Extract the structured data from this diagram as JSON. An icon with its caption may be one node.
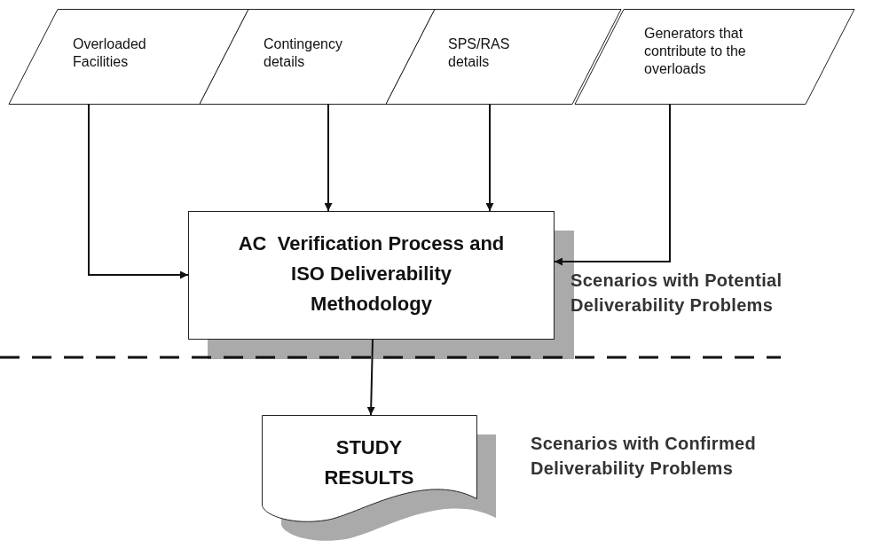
{
  "diagram": {
    "nodes": [
      {
        "text": [
          "Overloaded Facilities"
        ]
      },
      {
        "text": [
          "Contingency details"
        ]
      },
      {
        "text": [
          "SPS/RAS details"
        ]
      },
      {
        "text": [
          "Generators that contribute to the overloads"
        ]
      },
      {
        "text": [
          "AC  Verification Process and ISO Deliverability Methodology"
        ]
      },
      {
        "text": [
          "STUDY RESULTS"
        ]
      }
    ],
    "edges": [
      {
        "from": 0,
        "to": 4,
        "arrow": "to"
      },
      {
        "from": 1,
        "to": 4,
        "arrow": "to"
      },
      {
        "from": 2,
        "to": 4,
        "arrow": "to"
      },
      {
        "from": 3,
        "to": 4,
        "arrow": "to"
      },
      {
        "from": 4,
        "to": 5,
        "arrow": "to"
      }
    ],
    "labels": [
      "Scenarios with Potential Deliverability Problems",
      "Scenarios with Confirmed Deliverability Problems"
    ]
  }
}
